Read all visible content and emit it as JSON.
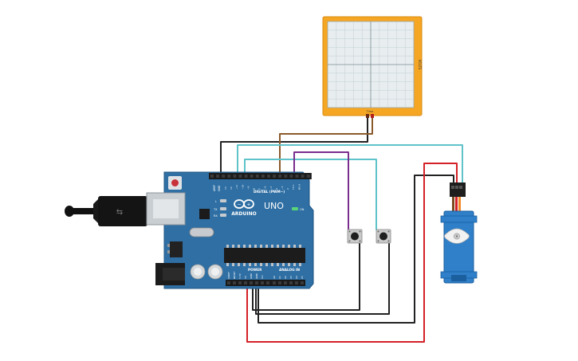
{
  "oscilloscope": {
    "side_label": "VOLTS",
    "terminal_label": "Time"
  },
  "arduino": {
    "brand": "ARDUINO",
    "model": "UNO",
    "digital_label": "DIGITAL (PWM~)",
    "power_label": "POWER",
    "analog_label": "ANALOG IN",
    "aref": "AREF",
    "gnd": "GND",
    "header_pins": [
      "13",
      "12",
      "~11",
      "~10",
      "~9",
      "8",
      "7",
      "~6",
      "~5",
      "4",
      "~3",
      "2",
      "TX 1",
      "RX 0"
    ],
    "led_l": "L",
    "led_tx": "TX",
    "led_rx": "RX",
    "on_label": "ON",
    "power_pins": [
      "IOREF",
      "RESET",
      "3.3V",
      "5V",
      "GND",
      "GND",
      "Vin"
    ],
    "analog_pins": [
      "A0",
      "A1",
      "A2",
      "A3",
      "A4",
      "A5"
    ]
  },
  "colors": {
    "board": "#2f6fa4",
    "scope_frame": "#f5a623",
    "wire_black": "#222222",
    "wire_brown": "#8b5a2b",
    "wire_cyan": "#5fc3c9",
    "wire_purple": "#7b2d8e",
    "wire_red": "#d42027",
    "servo": "#2f7fc9"
  }
}
